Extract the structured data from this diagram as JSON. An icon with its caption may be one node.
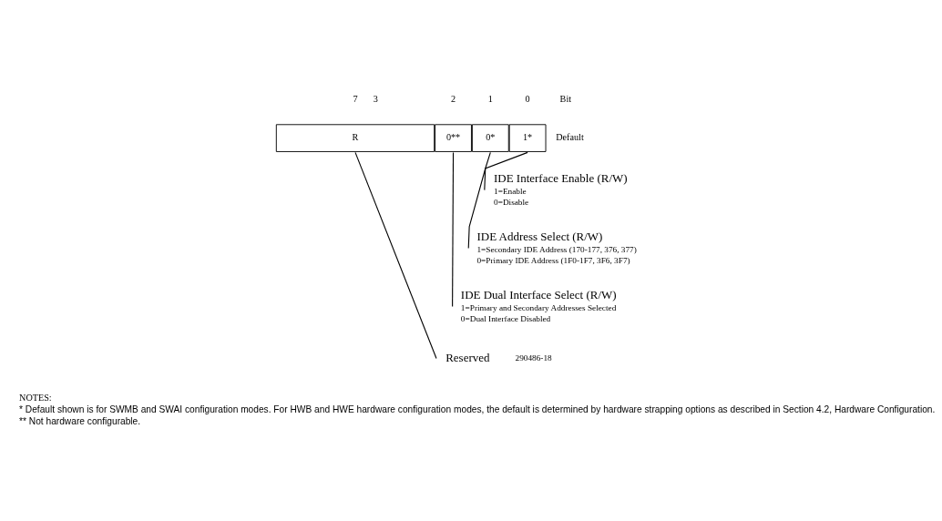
{
  "diagram": {
    "nodes": [
      {
        "text": [
          "R"
        ]
      },
      {
        "text": [
          "0**"
        ]
      },
      {
        "text": [
          "0*"
        ]
      },
      {
        "text": [
          "1*"
        ]
      },
      {
        "text": [
          "IDE Interface Enable (R/W)",
          "1=Enable",
          "0=Disable"
        ]
      },
      {
        "text": [
          "IDE Address Select (R/W)",
          "1=Secondary IDE Address (170-177, 376, 377)",
          "0=Primary IDE Address (1F0-1F7, 3F6, 3F7)"
        ]
      },
      {
        "text": [
          "IDE Dual Interface Select (R/W)",
          "1=Primary and Secondary Addresses Selected",
          "0=Dual Interface Disabled"
        ]
      },
      {
        "text": [
          "Reserved"
        ]
      }
    ],
    "edges": [
      {
        "from": 3,
        "to": 4,
        "arrow": "none"
      },
      {
        "from": 2,
        "to": 5,
        "arrow": "none"
      },
      {
        "from": 1,
        "to": 6,
        "arrow": "none"
      },
      {
        "from": 0,
        "to": 7,
        "arrow": "none"
      }
    ],
    "labels": [
      "7",
      "3",
      "2",
      "1",
      "0",
      "Bit",
      "Default",
      "290486-18",
      "NOTES:",
      "* Default shown is for SWMB and SWAI configuration modes. For HWB and HWE hardware configuration modes, the default is determined by hardware strapping options as described in Section 4.2, Hardware Configuration.",
      "** Not hardware configurable."
    ]
  }
}
